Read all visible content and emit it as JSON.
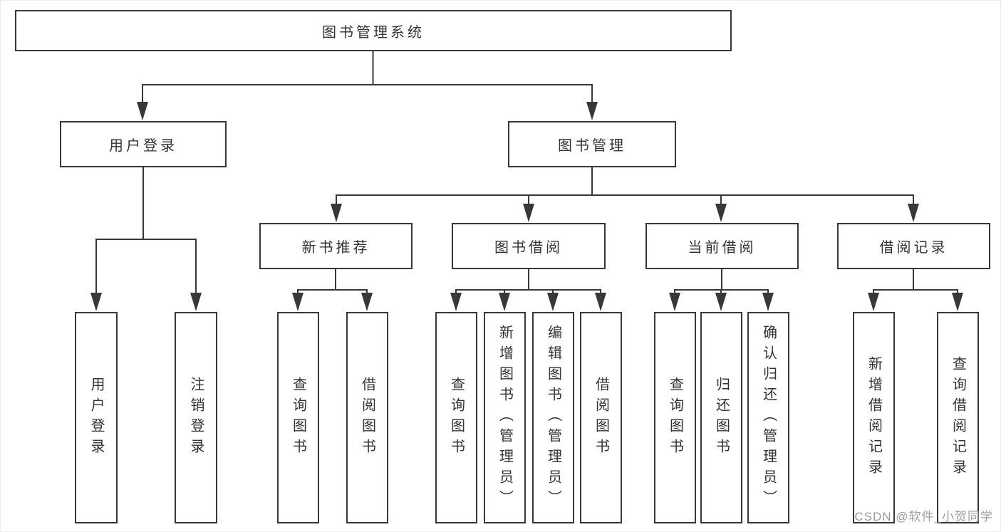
{
  "root": {
    "label": "图书管理系统"
  },
  "level2": {
    "user_login": {
      "label": "用户登录"
    },
    "book_management": {
      "label": "图书管理"
    }
  },
  "level3": {
    "new_book_recommend": {
      "label": "新书推荐"
    },
    "book_borrowing": {
      "label": "图书借阅"
    },
    "current_borrowing": {
      "label": "当前借阅"
    },
    "borrowing_records": {
      "label": "借阅记录"
    }
  },
  "leaves": {
    "user_login": {
      "label": "用户登录"
    },
    "logout": {
      "label": "注销登录"
    },
    "query_books_recommend": {
      "label": "查询图书"
    },
    "borrow_books_recommend": {
      "label": "借阅图书"
    },
    "query_books_borrowing": {
      "label": "查询图书"
    },
    "add_books_admin": {
      "label": "新增图书（管理员）"
    },
    "edit_books_admin": {
      "label": "编辑图书（管理员）"
    },
    "borrow_books_borrowing": {
      "label": "借阅图书"
    },
    "query_books_current": {
      "label": "查询图书"
    },
    "return_books": {
      "label": "归还图书"
    },
    "confirm_return_admin": {
      "label": "确认归还（管理员）"
    },
    "add_borrow_record": {
      "label": "新增借阅记录"
    },
    "query_borrow_record": {
      "label": "查询借阅记录"
    }
  },
  "watermark": {
    "text": "CSDN @软件_小贺同学"
  },
  "colors": {
    "line": "#383838",
    "text": "#333333",
    "watermark": "#9e9e9e",
    "background": "#ffffff"
  }
}
